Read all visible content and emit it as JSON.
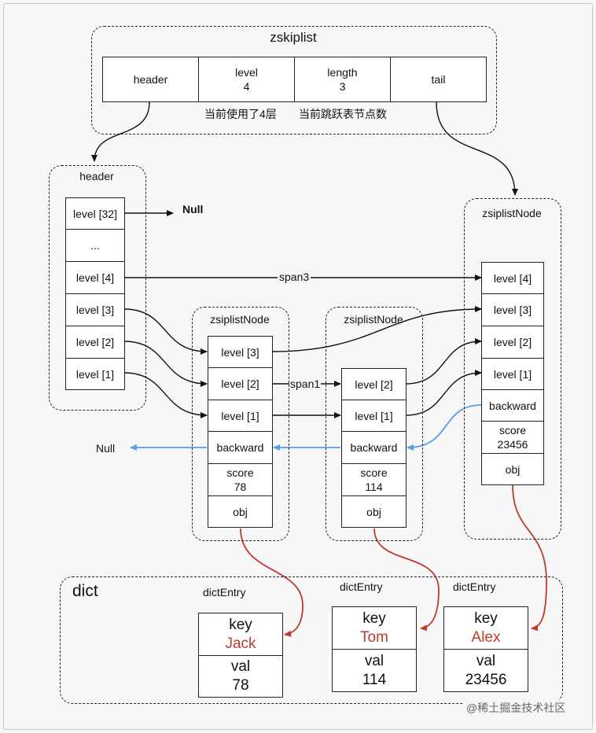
{
  "zskiplist": {
    "title": "zskiplist",
    "fields": [
      {
        "name": "header",
        "value": ""
      },
      {
        "name": "level",
        "value": "4"
      },
      {
        "name": "length",
        "value": "3"
      },
      {
        "name": "tail",
        "value": ""
      }
    ],
    "note_level": "当前使用了4层",
    "note_length": "当前跳跃表节点数"
  },
  "header_node": {
    "title": "header",
    "levels": [
      "level [32]",
      "...",
      "level [4]",
      "level [3]",
      "level [2]",
      "level [1]"
    ],
    "null_label": "Null"
  },
  "nodes": [
    {
      "title": "zsiplistNode",
      "levels": [
        "level [3]",
        "level [2]",
        "level [1]"
      ],
      "backward": "backward",
      "score_label": "score",
      "score": "78",
      "obj": "obj"
    },
    {
      "title": "zsiplistNode",
      "levels": [
        "level [2]",
        "level [1]"
      ],
      "backward": "backward",
      "score_label": "score",
      "score": "114",
      "obj": "obj"
    },
    {
      "title": "zsiplistNode",
      "levels": [
        "level [4]",
        "level [3]",
        "level [2]",
        "level [1]"
      ],
      "backward": "backward",
      "score_label": "score",
      "score": "23456",
      "obj": "obj"
    }
  ],
  "span_labels": {
    "span3": "span3",
    "span1": "span1"
  },
  "backward_null": "Null",
  "dict": {
    "title": "dict",
    "entries": [
      {
        "title": "dictEntry",
        "key_label": "key",
        "key": "Jack",
        "val_label": "val",
        "val": "78"
      },
      {
        "title": "dictEntry",
        "key_label": "key",
        "key": "Tom",
        "val_label": "val",
        "val": "114"
      },
      {
        "title": "dictEntry",
        "key_label": "key",
        "key": "Alex",
        "val_label": "val",
        "val": "23456"
      }
    ]
  },
  "watermark": "@稀土掘金技术社区",
  "colors": {
    "black_arrow": "#111111",
    "blue_arrow": "#5b9bea",
    "red_arrow": "#c0392b",
    "key_text": "#c0392b"
  }
}
